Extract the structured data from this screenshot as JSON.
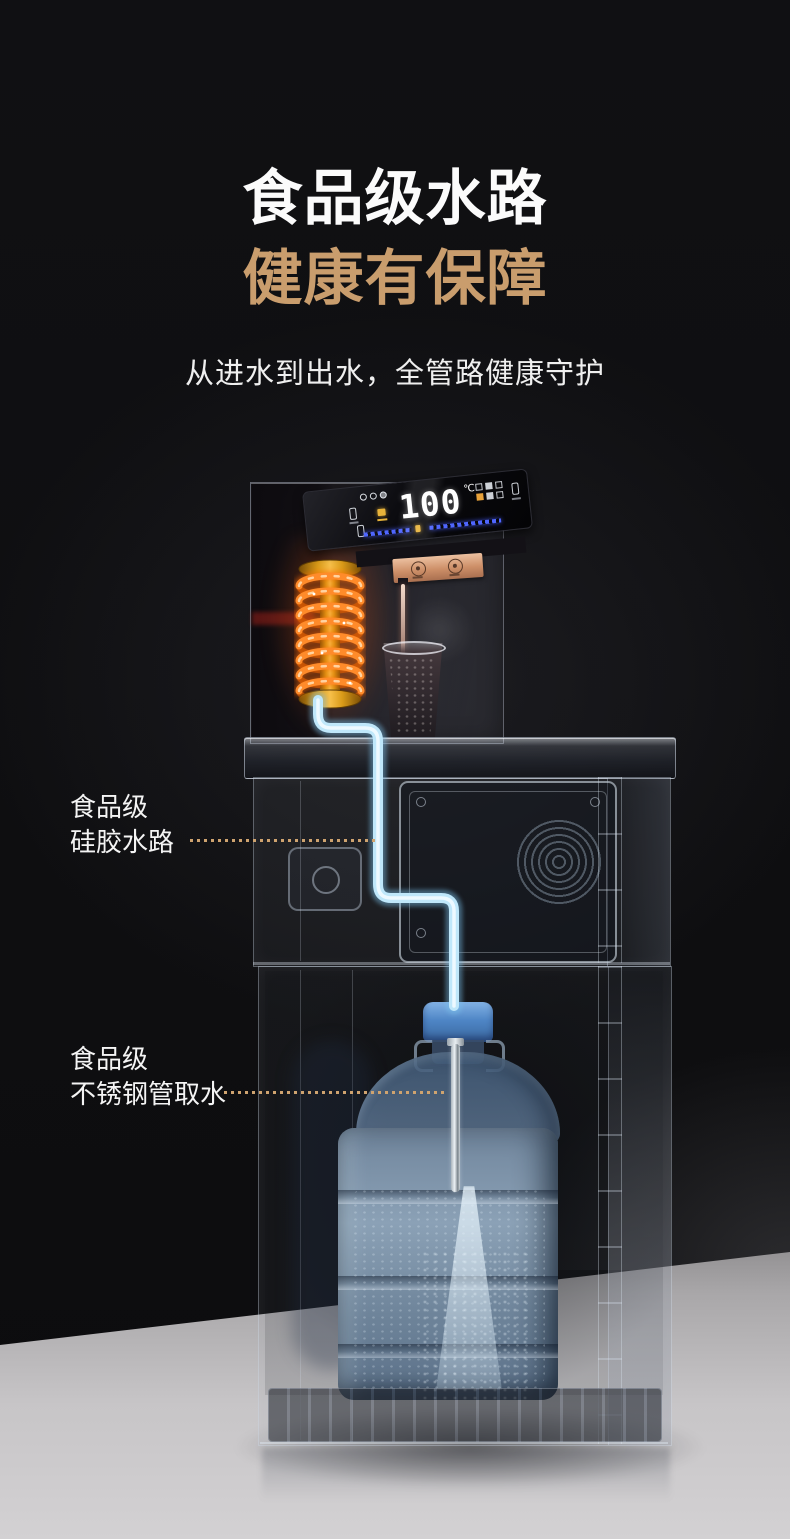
{
  "title": {
    "line1": "食品级水路",
    "line2": "健康有保障"
  },
  "subtitle": "从进水到出水，全管路健康守护",
  "callouts": [
    {
      "line1": "食品级",
      "line2": "硅胶水路"
    },
    {
      "line1": "食品级",
      "line2": "不锈钢管取水"
    }
  ],
  "display": {
    "temperature": "100",
    "unit": "℃"
  },
  "colors": {
    "background": "#0f0f11",
    "title_gold": "#c99d6d",
    "leader_dotted": "#cfa36f",
    "coil_orange": "#ff8b2a",
    "silicone_tube_blue": "#bfe7fa",
    "bottle_cap_blue": "#4f86c6",
    "display_segment_blue": "#4f66ff",
    "nozzle_plate_gold": "#cd8f68",
    "floor_gray": "#c7c5c7"
  }
}
